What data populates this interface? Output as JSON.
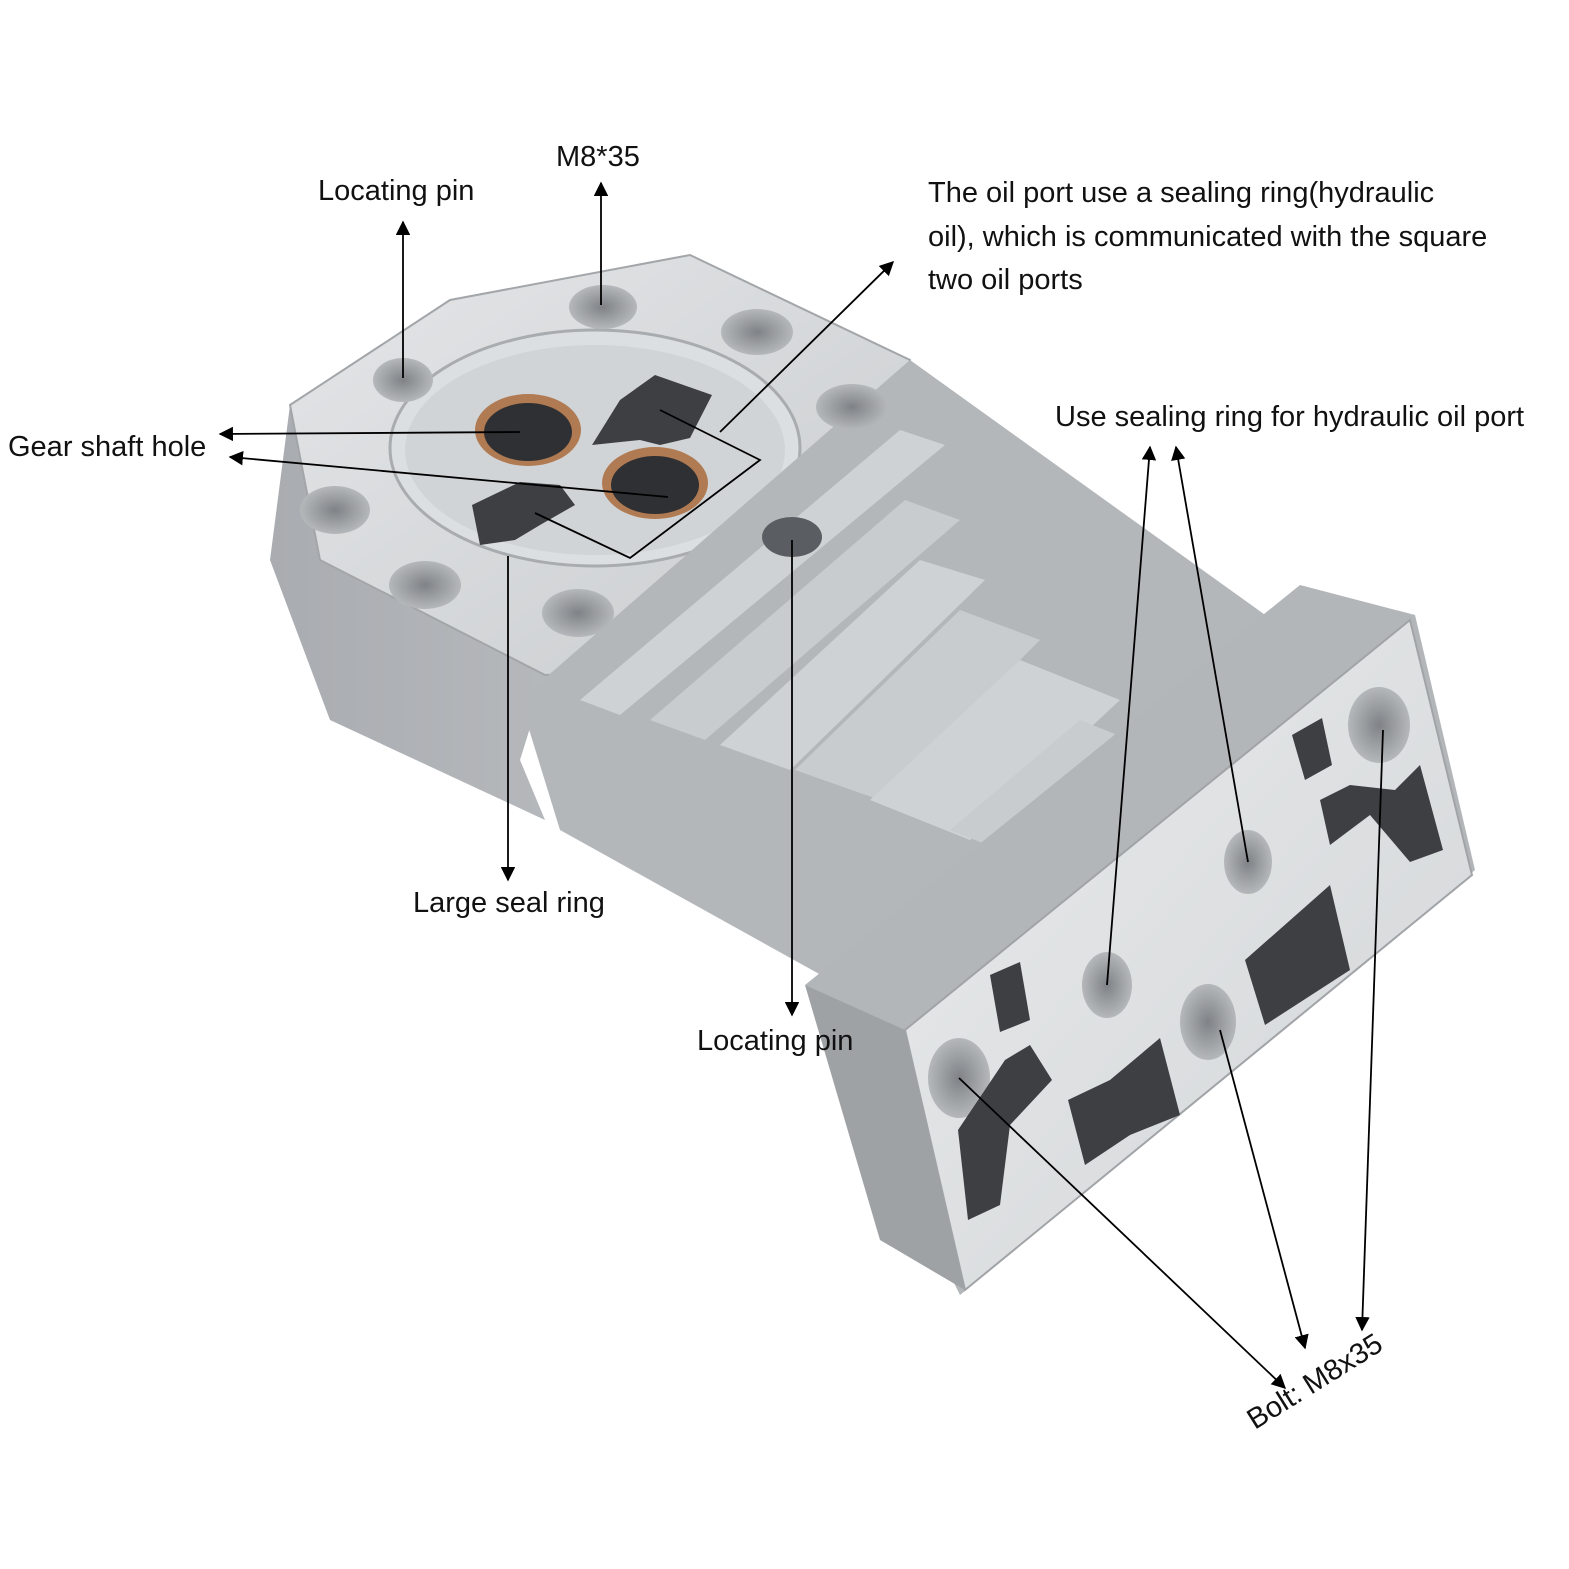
{
  "labels": {
    "locating_pin_top": "Locating pin",
    "m8_35": "M8*35",
    "oil_port_note": "The oil port use a sealing ring(hydraulic oil), which is communicated with the square two oil ports",
    "gear_shaft_hole": "Gear shaft hole",
    "hydraulic_port": "Use sealing ring for hydraulic oil port",
    "large_seal_ring": "Large seal ring",
    "locating_pin_bottom": "Locating pin",
    "bolt": "Bolt: M8x35"
  },
  "colors": {
    "metal_light": "#d6d8da",
    "metal_mid": "#b9bcbf",
    "metal_dark": "#8e9195",
    "hole_dark": "#3d3f43",
    "bronze": "#b07a52",
    "line": "#000000"
  }
}
